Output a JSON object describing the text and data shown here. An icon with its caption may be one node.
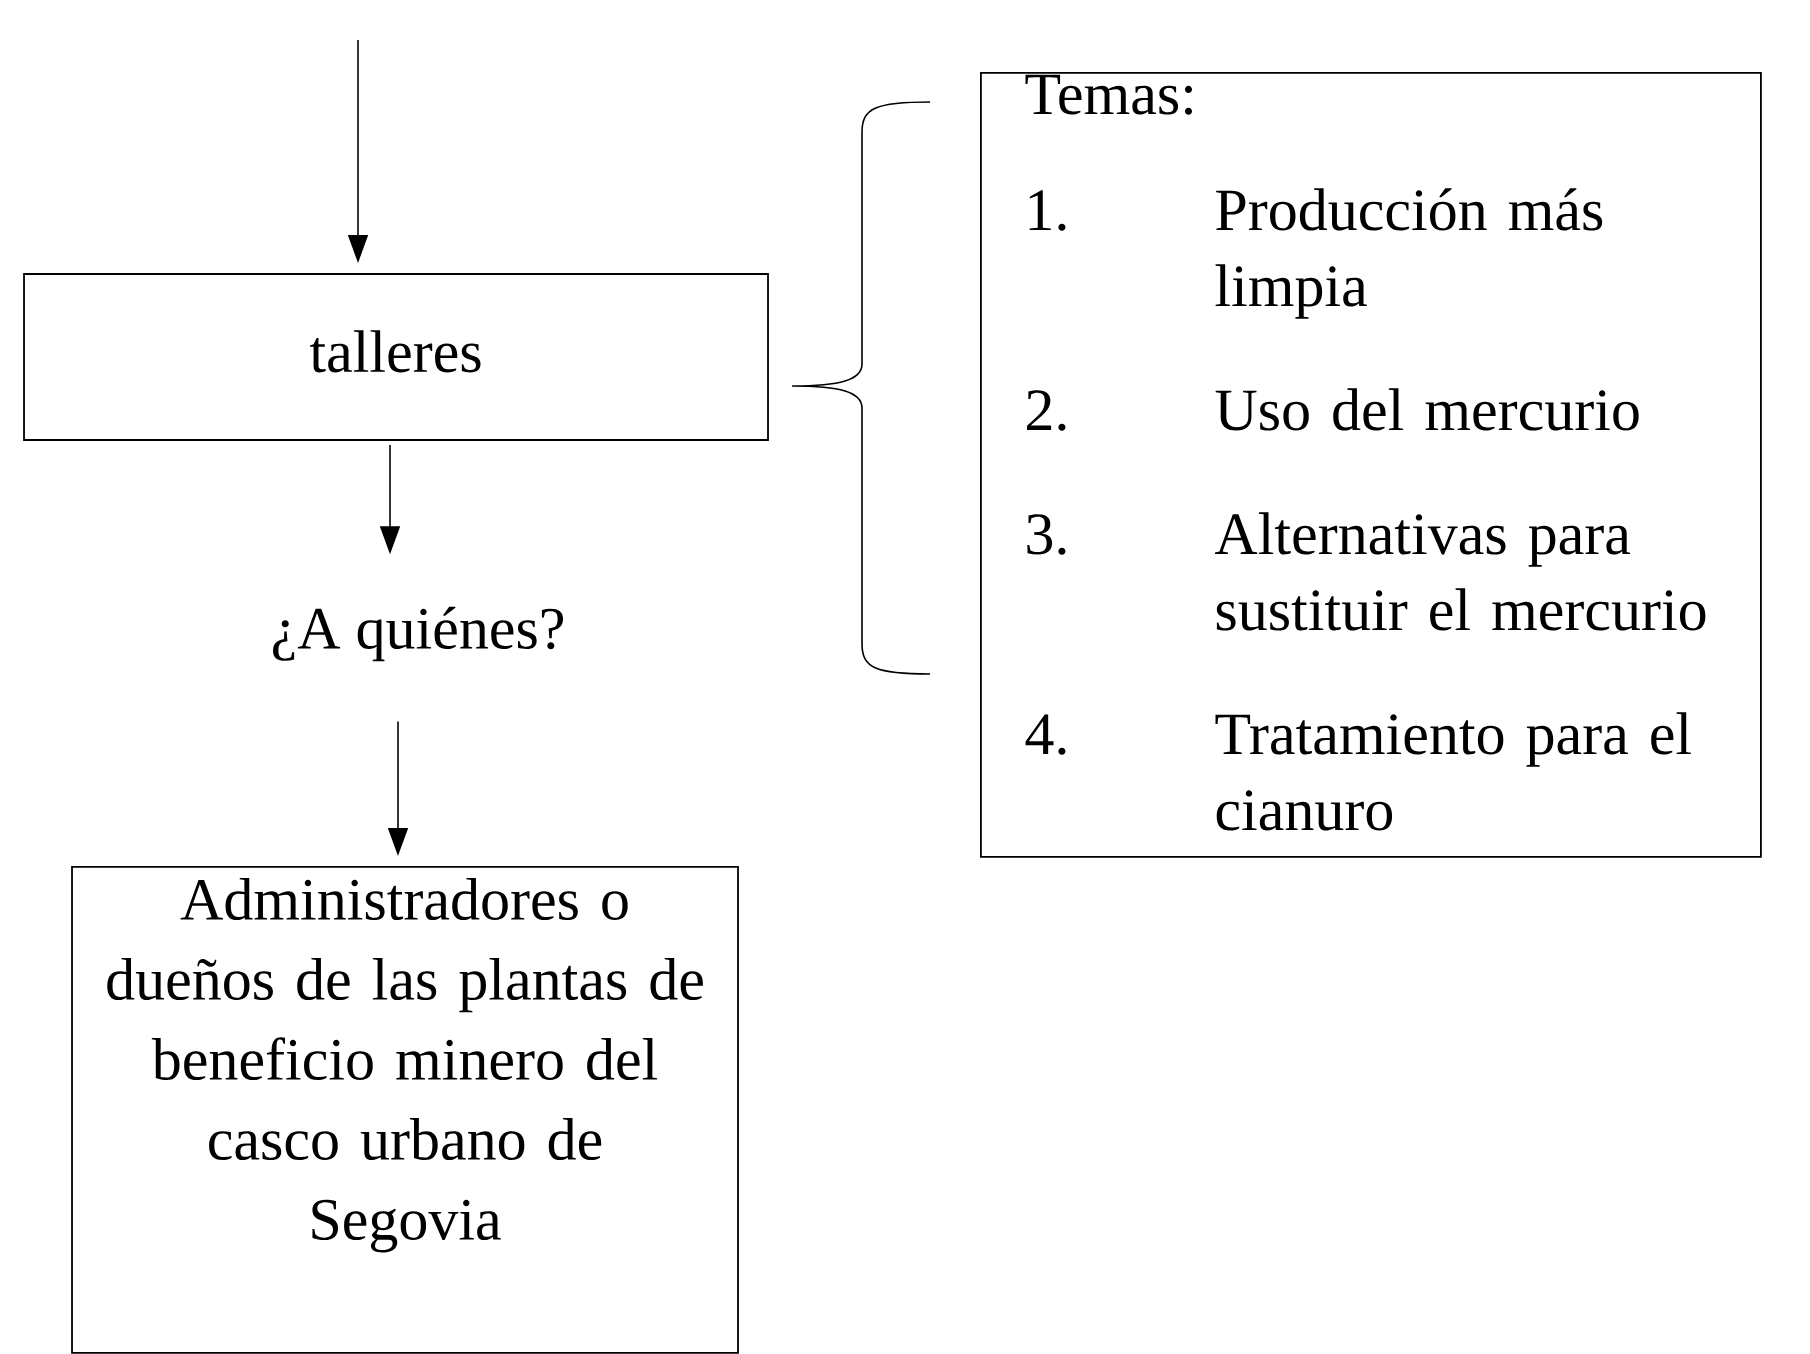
{
  "diagram": {
    "nodes": [
      {
        "text": [
          "talleres"
        ]
      },
      {
        "text": [
          "¿A quiénes?"
        ]
      },
      {
        "text": [
          "Administradores o dueños de las plantas de beneficio minero del casco urbano de Segovia"
        ]
      },
      {
        "text": [
          "Temas:",
          "1.",
          "Producción más limpia",
          "2.",
          "Uso del mercurio",
          "3.",
          "Alternativas para sustituir el mercurio",
          "4.",
          "Tratamiento para el cianuro"
        ]
      }
    ],
    "edges": [
      {
        "from": null,
        "to": 0,
        "arrow": "to"
      },
      {
        "from": 0,
        "to": 1,
        "arrow": "to"
      },
      {
        "from": 1,
        "to": 2,
        "arrow": "to"
      }
    ]
  }
}
